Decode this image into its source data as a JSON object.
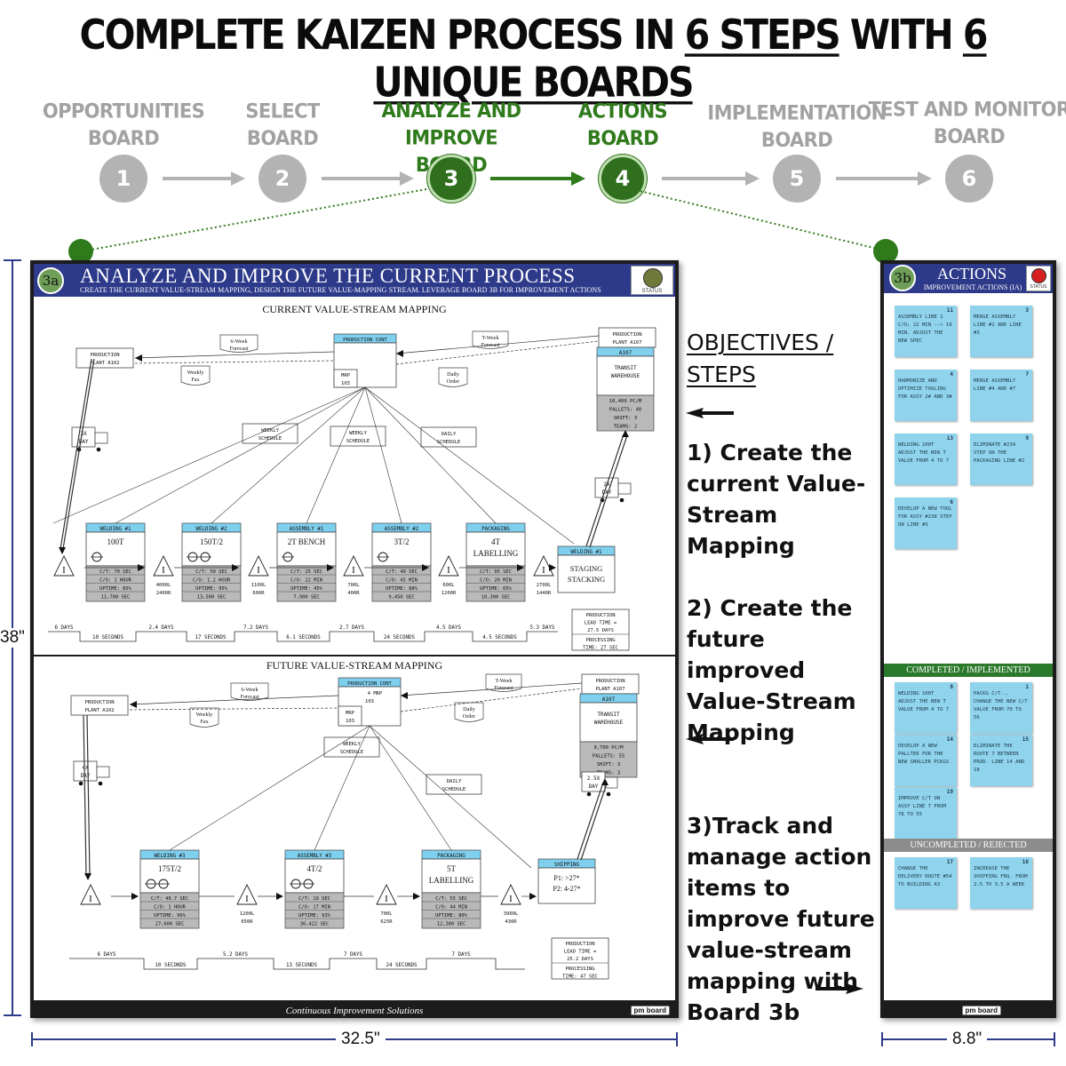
{
  "headline": {
    "part1": "COMPLETE KAIZEN PROCESS IN ",
    "part2": "6 STEPS",
    "part3": " WITH ",
    "part4": "6 UNIQUE BOARDS"
  },
  "steps": [
    {
      "label": "OPPORTUNITIES BOARD",
      "number": "1",
      "active": false
    },
    {
      "label": "SELECT BOARD",
      "number": "2",
      "active": false
    },
    {
      "label": "ANALYZE AND IMPROVE BOARD",
      "number": "3",
      "active": true
    },
    {
      "label": "ACTIONS BOARD",
      "number": "4",
      "active": true
    },
    {
      "label": "IMPLEMENTATION BOARD",
      "number": "5",
      "active": false
    },
    {
      "label": "TEST AND MONITOR BOARD",
      "number": "6",
      "active": false
    }
  ],
  "colors": {
    "active_green": "#2f7b1c",
    "inactive_gray": "#b3b3b3",
    "header_blue": "#2d3a8a",
    "note_blue": "#8fd3ec",
    "completed_green": "#2b7a2b",
    "rejected_gray": "#8c8c8c"
  },
  "board_a": {
    "badge": "3a",
    "title": "ANALYZE AND IMPROVE THE CURRENT PROCESS",
    "subtitle": "CREATE THE CURRENT VALUE-STREAM MAPPING, DESIGN THE FUTURE VALUE-MAPPING STREAM. LEVERAGE BOARD 3B FOR IMPROVEMENT ACTIONS",
    "status_label": "STATUS",
    "status_color": "#6f7a3a",
    "footer": "Continuous Improvement Solutions",
    "brand": "pm board",
    "current": {
      "heading": "CURRENT VALUE-STREAM MAPPING",
      "supplier": "PRODUCTION PLANT A102",
      "control": {
        "title": "PRODUCTION CONT",
        "mrp": "MRP 103"
      },
      "customer": "PRODUCTION PLANT A107",
      "warehouse": {
        "title": "A107",
        "name": "TRANSIT WAREHOUSE",
        "stats": [
          "10,400 PC/M",
          "PALLETS: 40",
          "SHIFT: 3",
          "TEAMS: 2"
        ]
      },
      "forecast_left": "6-Week Forecast",
      "forecast_right": "T-Week Forecast",
      "fax": "Weekly Fax",
      "order": "Daily Order",
      "schedules": [
        "WEEKLY SCHEDULE",
        "WEEKLY SCHEDULE",
        "DAILY SCHEDULE"
      ],
      "truck_in": "3X DAY",
      "truck_out": "2X DAY",
      "processes": [
        {
          "name": "WELDING #1",
          "main": "100T",
          "ops": "1",
          "data": [
            "C/T: 70 SEC",
            "C/O: 1 HOUR",
            "UPTIME: 85%",
            "11,700 SEC"
          ]
        },
        {
          "name": "WELDING #2",
          "main": "150T/2",
          "ops": "2",
          "data": [
            "C/T: 50 SEC",
            "C/O: 1.2 HOUR",
            "UPTIME: 95%",
            "13,500 SEC"
          ]
        },
        {
          "name": "ASSEMBLY #1",
          "main": "2T BENCH",
          "ops": "1",
          "data": [
            "C/T: 25 SEC",
            "C/O: 22 MIN",
            "UPTIME: 45%",
            "7,900 SEC"
          ]
        },
        {
          "name": "ASSEMBLY #2",
          "main": "3T/2",
          "ops": "1",
          "data": [
            "C/T: 40 SEC",
            "C/O: 45 MIN",
            "UPTIME: 88%",
            "9,450 SEC"
          ]
        },
        {
          "name": "PACKAGING",
          "main": "4T LABELLING",
          "ops": "0",
          "data": [
            "C/T: 95 SEC",
            "C/O: 20 MIN",
            "UPTIME: 65%",
            "10,300 SEC"
          ]
        }
      ],
      "shipping": {
        "name": "WELDING #1",
        "main": "STAGING STACKING"
      },
      "inventories": [
        {
          "a": "4000L",
          "b": "2400R"
        },
        {
          "a": "1100L",
          "b": "600R"
        },
        {
          "a": "700L",
          "b": "400R"
        },
        {
          "a": "600L",
          "b": "1200R"
        },
        {
          "a": "2700L",
          "b": "1440R"
        }
      ],
      "timeline_days": [
        "6 DAYS",
        "2.4 DAYS",
        "7.2 DAYS",
        "2.7 DAYS",
        "4.5 DAYS",
        "5.3 DAYS"
      ],
      "timeline_secs": [
        "10 SECONDS",
        "17 SECONDS",
        "6.1 SECONDS",
        "24 SECONDS",
        "4.5 SECONDS"
      ],
      "lead_time": [
        "PRODUCTION",
        "LEAD TIME =",
        "27.5 DAYS"
      ],
      "processing": [
        "PROCESSING",
        "TIME: 27 SEC"
      ]
    },
    "future": {
      "heading": "FUTURE VALUE-STREAM MAPPING",
      "supplier": "PRODUCTION PLANT A102",
      "control": {
        "title": "PRODUCTION CONT",
        "mrp": "MRP 103",
        "extra": "4 MRP 103"
      },
      "customer": "PRODUCTION PLANT A107",
      "warehouse": {
        "title": "A107",
        "name": "TRANSIT WAREHOUSE",
        "stats": [
          "9,700 PC/M",
          "PALLETS: 55",
          "SHIFT: 3",
          "TEAMS: 3"
        ]
      },
      "forecast_left": "6-Week Forecast",
      "forecast_right": "T-Week Forecast",
      "fax": "Weekly Fax",
      "order": "Daily Order",
      "schedules": [
        "WEEKLY SCHEDULE",
        "DAILY SCHEDULE"
      ],
      "truck_in": "4X DAY",
      "truck_out": "2.5X DAY",
      "processes": [
        {
          "name": "WELDING #3",
          "main": "175T/2",
          "ops": "2",
          "data": [
            "C/T: 40.7 SEC",
            "C/O: 1 HOUR",
            "UPTIME: 96%",
            "27,600 SEC"
          ]
        },
        {
          "name": "ASSEMBLY #3",
          "main": "4T/2",
          "ops": "2",
          "data": [
            "C/T: 19 SEC",
            "C/O: 17 MIN",
            "UPTIME: 93%",
            "36,422 SEC"
          ]
        },
        {
          "name": "PACKAGING",
          "main": "5T LABELLING",
          "ops": "0",
          "data": [
            "C/T: 55 SEC",
            "C/O: 44 MIN",
            "UPTIME: 80%",
            "12,300 SEC"
          ]
        }
      ],
      "shipping": {
        "name": "SHIPPING",
        "lines": [
          "P1: >27*",
          "P2: 4-27*"
        ]
      },
      "inventories": [
        {
          "a": "1200L",
          "b": "650R"
        },
        {
          "a": "700L",
          "b": "625R"
        },
        {
          "a": "3900L",
          "b": "430R"
        }
      ],
      "timeline_days": [
        "6 DAYS",
        "5.2 DAYS",
        "7 DAYS",
        "7 DAYS"
      ],
      "timeline_secs": [
        "10 SECONDS",
        "13 SECONDS",
        "24 SECONDS"
      ],
      "lead_time": [
        "PRODUCTION",
        "LEAD TIME =",
        "25.2 DAYS"
      ],
      "processing": [
        "PROCESSING",
        "TIME: 47 SEC"
      ]
    }
  },
  "objectives": {
    "title_line1": "OBJECTIVES /",
    "title_line2": "STEPS",
    "step1": "1) Create the current Value-Stream Mapping",
    "step2": "2) Create the future improved Value-Stream Mapping",
    "step3": "3)Track and manage action items to improve future value-stream mapping with Board 3b"
  },
  "board_b": {
    "badge": "3b",
    "title": "ACTIONS",
    "subtitle": "IMPROVEMENT ACTIONS (IA)",
    "status_label": "STATUS",
    "status_color": "#d62020",
    "brand": "pm board",
    "open_notes": [
      {
        "num": "11",
        "text": "ASSEMBLY LINE 1 C/O; 22 MIN --> 19 MIN. ADJUST THE NEW SPEC"
      },
      {
        "num": "3",
        "text": "MERGE ASSEMBLY LINE #2 AND LINE #3"
      },
      {
        "num": "4",
        "text": "HARMONIZE AND OPTIMIZE TOOLING FOR ASSY 2# AND 3#"
      },
      {
        "num": "7",
        "text": "MERGE ASSEMBLY LINE #4 AND #7"
      },
      {
        "num": "13",
        "text": "WELDING 100T ADJUST THE NEW T VALUE FROM 4 TO 7"
      },
      {
        "num": "9",
        "text": "ELIMINATE #234 STEP ON THE PACKAGING LINE #2"
      },
      {
        "num": "6",
        "text": "DEVELOP A NEW TOOL FOR ASSY #238 STEP ON LINE #3"
      }
    ],
    "completed_label": "COMPLETED / IMPLEMENTED",
    "completed_notes": [
      {
        "num": "8",
        "text": "WELDING 100T ADJUST THE NEW T VALUE FROM 4 TO 7"
      },
      {
        "num": "1",
        "text": "PACKG C/T... CHANGE THE NEW C/T VALUE FROM 70 TO 56"
      },
      {
        "num": "14",
        "text": "DEVELOP A NEW PALLTER FOR THE NEW SMALLER PCKGS"
      },
      {
        "num": "15",
        "text": "ELIMINATE THE ROUTE 7 BETWEEN PROD. LINE 14 AND 18"
      },
      {
        "num": "19",
        "text": "IMPROVE C/T ON ASSY LINE 7 FROM 78 TO 55"
      }
    ],
    "rejected_label": "UNCOMPLETED / REJECTED",
    "rejected_notes": [
      {
        "num": "17",
        "text": "CHANGE THE DELIVERY ROUTE #54 TO BUILDING A3"
      },
      {
        "num": "16",
        "text": "INCREASE THE SHIPPING FRQ. FROM 2.5 TO 3.5 A WEEK"
      }
    ]
  },
  "dimensions": {
    "height": "38\"",
    "width_a": "32.5\"",
    "width_b": "8.8\""
  }
}
